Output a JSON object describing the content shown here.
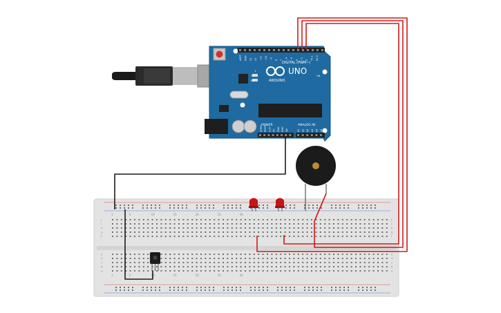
{
  "arduino": {
    "model": "UNO",
    "brand": "ARDUINO",
    "digital_header_label": "DIGITAL (PWM~)",
    "power_label": "POWER",
    "analog_label": "ANALOG IN",
    "chip_labels": {
      "tx": "TX",
      "rx": "RX",
      "l": "L",
      "on": "ON"
    },
    "digital_pins": [
      "AREF",
      "GND",
      "13",
      "12",
      "~11",
      "~10",
      "~9",
      "8",
      "7",
      "~6",
      "~5",
      "4",
      "~3",
      "2",
      "TX 1",
      "RX 0"
    ],
    "power_pins": [
      "IOREF",
      "RESET",
      "3.3V",
      "5V",
      "GND",
      "GND",
      "Vin"
    ],
    "analog_pins": [
      "A0",
      "A1",
      "A2",
      "A3",
      "A4",
      "A5"
    ]
  },
  "breadboard": {
    "column_numbers": [
      "1",
      "5",
      "10",
      "15",
      "20",
      "25",
      "30"
    ],
    "row_letters_top": [
      "j",
      "i",
      "h",
      "g",
      "f"
    ],
    "row_letters_bottom": [
      "e",
      "d",
      "c",
      "b",
      "a"
    ]
  },
  "colors": {
    "board_blue": "#1f6aa0",
    "header_black": "#222222",
    "wire_red": "#d01818",
    "wire_black": "#1a1a1a",
    "breadboard": "#e2e2e2",
    "led_red": "#c81414"
  }
}
